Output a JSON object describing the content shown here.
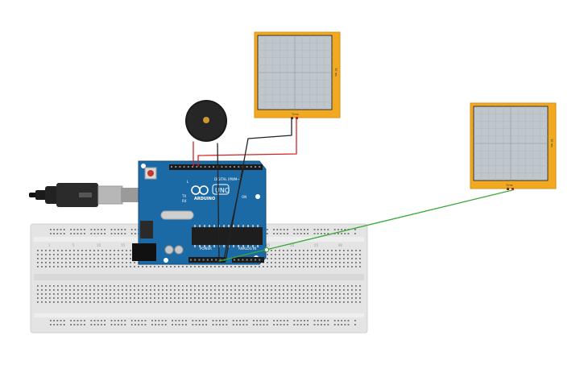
{
  "arduino": {
    "brand": "ARDUINO",
    "model": "UNO",
    "digital_label": "DIGITAL (PWM~)",
    "power_label": "POWER",
    "analog_label": "ANALOG IN",
    "tx_label": "TX",
    "rx_label": "RX",
    "l_label": "L",
    "on_label": "ON"
  },
  "oscilloscopes": [
    {
      "time_label": "T/ms",
      "div_label": "10 ms",
      "accent": "#f0b429"
    },
    {
      "time_label": "T/ms",
      "div_label": "10 ms",
      "accent": "#f0b429"
    }
  ],
  "breadboard": {
    "col_numbers": [
      "1",
      "5",
      "10",
      "15",
      "20",
      "25",
      "30",
      "35",
      "40",
      "45",
      "50",
      "55",
      "60"
    ]
  },
  "wires": {
    "red": "#d62020",
    "black": "#222222",
    "green": "#3aa83a"
  },
  "icons": {
    "usb": "usb-cable-icon",
    "buzzer": "piezo-buzzer-icon",
    "reset": "reset-button-icon"
  }
}
